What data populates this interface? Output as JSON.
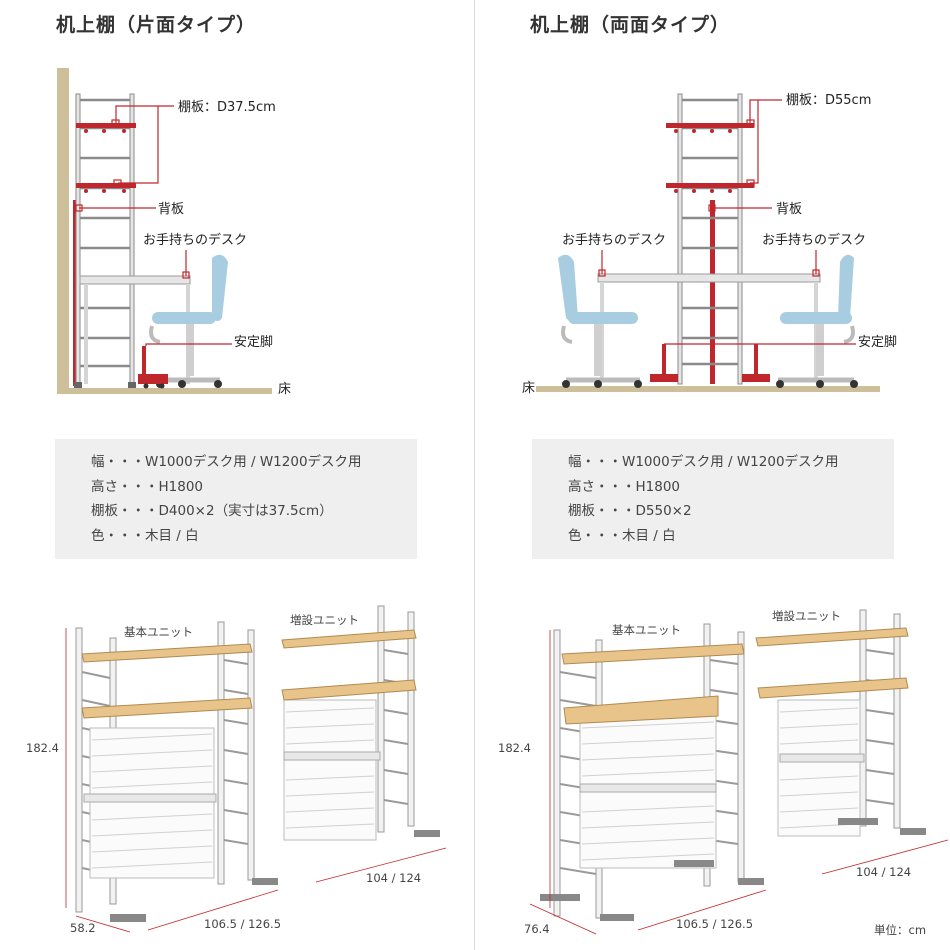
{
  "left": {
    "title": "机上棚（片面タイプ）",
    "callouts": {
      "shelf": "棚板：D37.5cm",
      "back": "背板",
      "desk": "お手持ちのデスク",
      "foot": "安定脚",
      "floor": "床"
    },
    "specs": [
      "幅・・・W1000デスク用 / W1200デスク用",
      "高さ・・・H1800",
      "棚板・・・D400×2（実寸は37.5cm）",
      "色・・・木目 / 白"
    ],
    "units": {
      "basic": "基本ユニット",
      "extension": "増設ユニット"
    },
    "dimensions": {
      "height": "182.4",
      "depth": "58.2",
      "width": "106.5 / 126.5",
      "ext_width": "104 / 124"
    }
  },
  "right": {
    "title": "机上棚（両面タイプ）",
    "callouts": {
      "shelf": "棚板：D55cm",
      "back": "背板",
      "desk_left": "お手持ちのデスク",
      "desk_right": "お手持ちのデスク",
      "foot": "安定脚",
      "floor": "床"
    },
    "specs": [
      "幅・・・W1000デスク用 / W1200デスク用",
      "高さ・・・H1800",
      "棚板・・・D550×2",
      "色・・・木目 / 白"
    ],
    "units": {
      "basic": "基本ユニット",
      "extension": "増設ユニット"
    },
    "dimensions": {
      "height": "182.4",
      "depth": "76.4",
      "width": "106.5 / 126.5",
      "ext_width": "104 / 124"
    },
    "unit_note": "単位：cm"
  },
  "colors": {
    "accent": "#c0272d",
    "wood": "#e8c48a",
    "wall": "#cdbf9a",
    "frame": "#8a8a8a",
    "chair": "#a9cde0"
  }
}
